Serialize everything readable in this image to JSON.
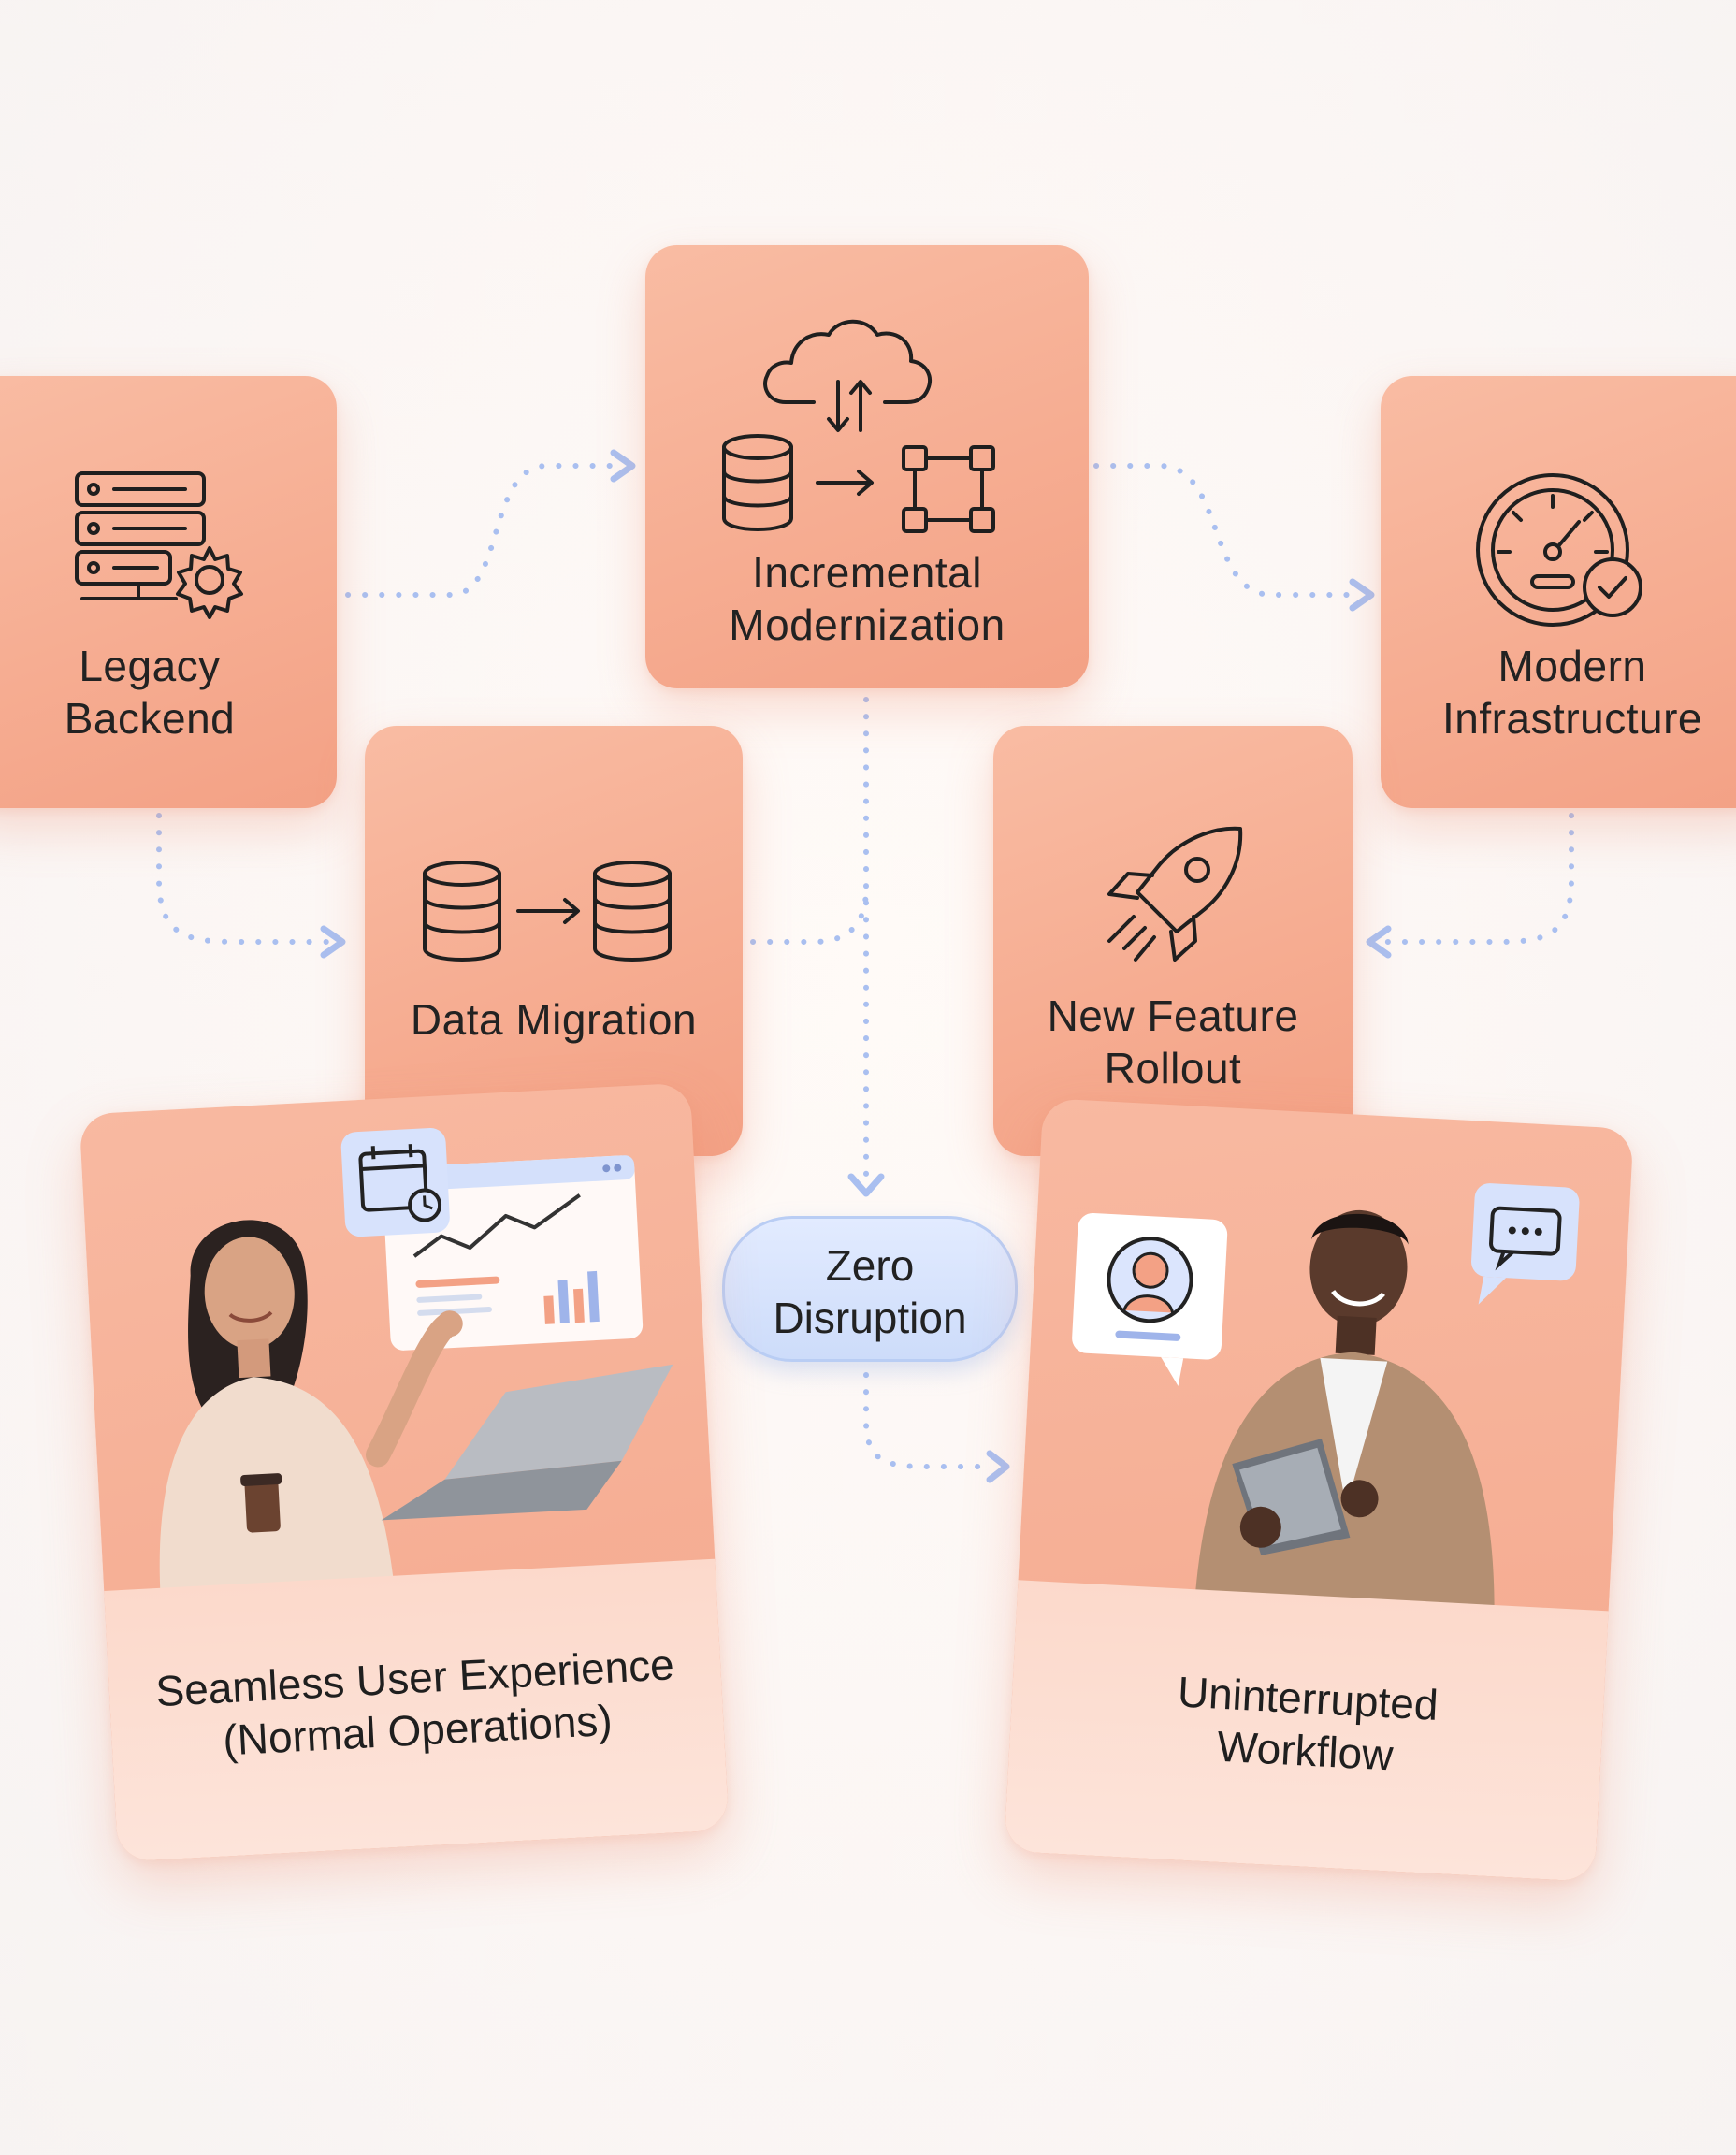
{
  "nodes": {
    "legacy_backend": {
      "line1": "Legacy",
      "line2": "Backend"
    },
    "incremental_modernization": {
      "line1": "Incremental",
      "line2": "Modernization"
    },
    "modern_infrastructure": {
      "line1": "Modern",
      "line2": "Infrastructure"
    },
    "data_migration": {
      "label": "Data Migration"
    },
    "new_feature_rollout": {
      "line1": "New Feature",
      "line2": "Rollout"
    },
    "zero_disruption": {
      "line1": "Zero",
      "line2": "Disruption"
    }
  },
  "outcomes": {
    "left": {
      "line1": "Seamless User Experience",
      "line2": "(Normal Operations)"
    },
    "right": {
      "line1": "Uninterrupted",
      "line2": "Workflow"
    }
  },
  "icons": {
    "legacy_backend": "server-gear-icon",
    "incremental_modernization": "cloud-database-network-icon",
    "modern_infrastructure": "speedometer-check-icon",
    "data_migration": "database-transfer-icon",
    "new_feature_rollout": "rocket-icon"
  },
  "colors": {
    "card_peach": "#f6ad92",
    "connector_blue": "#a9bff0",
    "pill_blue": "#d6e2fc",
    "caption_cream": "#fde0d4"
  }
}
